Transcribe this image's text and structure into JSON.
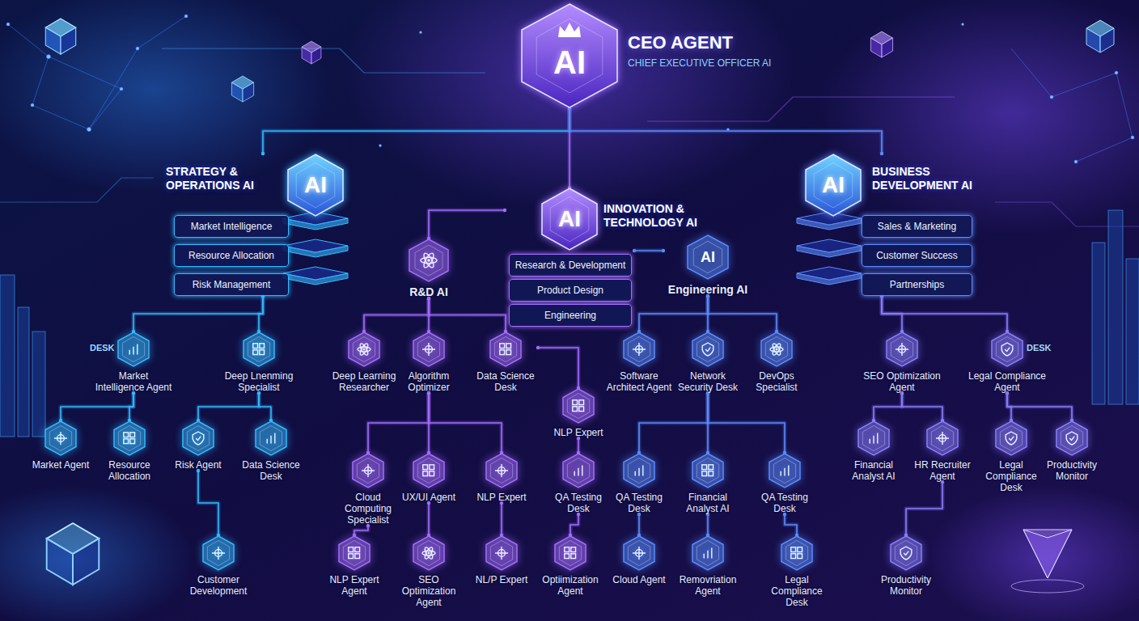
{
  "diagram": {
    "nodes": [
      {
        "text": [
          "AI",
          "CEO AGENT",
          "CHIEF EXECUTIVE OFFICER AI"
        ]
      },
      {
        "text": [
          "AI",
          "STRATEGY & OPERATIONS AI",
          "Market Intelligence",
          "Resource Allocation",
          "Risk Management"
        ]
      },
      {
        "text": [
          "AI",
          "INNOVATION & TECHNOLOGY AI",
          "Research & Development",
          "Product Design",
          "Engineering"
        ]
      },
      {
        "text": [
          "AI",
          "BUSINESS DEVELOPMENT AI",
          "Sales & Marketing",
          "Customer Success",
          "Partnerships"
        ]
      },
      {
        "text": [
          "R&D AI"
        ]
      },
      {
        "text": [
          "AI",
          "Engineering AI"
        ]
      },
      {
        "text": [
          "DESK",
          "Market Intelligence Agent"
        ]
      },
      {
        "text": [
          "Deep Lnenming Specialist"
        ]
      },
      {
        "text": [
          "Deep Learning Researcher"
        ]
      },
      {
        "text": [
          "Algorithm Optimizer"
        ]
      },
      {
        "text": [
          "Data Science Desk"
        ]
      },
      {
        "text": [
          "Software Architect Agent"
        ]
      },
      {
        "text": [
          "Network Security Desk"
        ]
      },
      {
        "text": [
          "DevOps Specialist"
        ]
      },
      {
        "text": [
          "SEO Optimization Agent"
        ]
      },
      {
        "text": [
          "DESK",
          "Legal Compliance Agent"
        ]
      },
      {
        "text": [
          "NLP Expert"
        ]
      },
      {
        "text": [
          "Market Agent"
        ]
      },
      {
        "text": [
          "Resource Allocation"
        ]
      },
      {
        "text": [
          "Risk Agent"
        ]
      },
      {
        "text": [
          "Data Science Desk"
        ]
      },
      {
        "text": [
          "Financial Analyst AI"
        ]
      },
      {
        "text": [
          "HR Recruiter Agent"
        ]
      },
      {
        "text": [
          "Legal Compliance Desk"
        ]
      },
      {
        "text": [
          "Productivity Monitor"
        ]
      },
      {
        "text": [
          "Cloud Computing Specialist"
        ]
      },
      {
        "text": [
          "UX/UI Agent"
        ]
      },
      {
        "text": [
          "NLP Expert"
        ]
      },
      {
        "text": [
          "QA Testing Desk"
        ]
      },
      {
        "text": [
          "QA Testing Desk"
        ]
      },
      {
        "text": [
          "Financial Analyst AI"
        ]
      },
      {
        "text": [
          "QA Testing Desk"
        ]
      },
      {
        "text": [
          "Customer Development"
        ]
      },
      {
        "text": [
          "NLP Expert Agent"
        ]
      },
      {
        "text": [
          "SEO Optimization Agent"
        ]
      },
      {
        "text": [
          "NL/P Expert"
        ]
      },
      {
        "text": [
          "Optiimization Agent"
        ]
      },
      {
        "text": [
          "Cloud Agent"
        ]
      },
      {
        "text": [
          "Removriation Agent"
        ]
      },
      {
        "text": [
          "Legal Compliance Desk"
        ]
      },
      {
        "text": [
          "Productivity Monitor"
        ]
      }
    ],
    "edges": [
      {
        "from": 0,
        "to": 1,
        "arrow": "none"
      },
      {
        "from": 0,
        "to": 2,
        "arrow": "none"
      },
      {
        "from": 0,
        "to": 3,
        "arrow": "none"
      },
      {
        "from": 2,
        "to": 4,
        "arrow": "none"
      },
      {
        "from": 2,
        "to": 5,
        "arrow": "none"
      },
      {
        "from": 1,
        "to": 6,
        "arrow": "none"
      },
      {
        "from": 1,
        "to": 7,
        "arrow": "none"
      },
      {
        "from": 4,
        "to": 8,
        "arrow": "none"
      },
      {
        "from": 4,
        "to": 9,
        "arrow": "none"
      },
      {
        "from": 4,
        "to": 10,
        "arrow": "none"
      },
      {
        "from": 5,
        "to": 11,
        "arrow": "none"
      },
      {
        "from": 5,
        "to": 12,
        "arrow": "none"
      },
      {
        "from": 5,
        "to": 13,
        "arrow": "none"
      },
      {
        "from": 3,
        "to": 14,
        "arrow": "none"
      },
      {
        "from": 3,
        "to": 15,
        "arrow": "none"
      },
      {
        "from": 10,
        "to": 16,
        "arrow": "none"
      },
      {
        "from": 6,
        "to": 17,
        "arrow": "none"
      },
      {
        "from": 6,
        "to": 18,
        "arrow": "none"
      },
      {
        "from": 7,
        "to": 19,
        "arrow": "none"
      },
      {
        "from": 7,
        "to": 20,
        "arrow": "none"
      },
      {
        "from": 19,
        "to": 32,
        "arrow": "none"
      },
      {
        "from": 9,
        "to": 25,
        "arrow": "none"
      },
      {
        "from": 9,
        "to": 26,
        "arrow": "none"
      },
      {
        "from": 9,
        "to": 27,
        "arrow": "none"
      },
      {
        "from": 16,
        "to": 28,
        "arrow": "none"
      },
      {
        "from": 12,
        "to": 29,
        "arrow": "none"
      },
      {
        "from": 12,
        "to": 30,
        "arrow": "none"
      },
      {
        "from": 12,
        "to": 31,
        "arrow": "none"
      },
      {
        "from": 14,
        "to": 21,
        "arrow": "none"
      },
      {
        "from": 14,
        "to": 22,
        "arrow": "none"
      },
      {
        "from": 15,
        "to": 23,
        "arrow": "none"
      },
      {
        "from": 15,
        "to": 24,
        "arrow": "none"
      },
      {
        "from": 25,
        "to": 33,
        "arrow": "none"
      },
      {
        "from": 26,
        "to": 34,
        "arrow": "none"
      },
      {
        "from": 27,
        "to": 35,
        "arrow": "none"
      },
      {
        "from": 28,
        "to": 36,
        "arrow": "none"
      },
      {
        "from": 29,
        "to": 37,
        "arrow": "none"
      },
      {
        "from": 30,
        "to": 38,
        "arrow": "none"
      },
      {
        "from": 31,
        "to": 39,
        "arrow": "none"
      },
      {
        "from": 22,
        "to": 40,
        "arrow": "none"
      }
    ]
  }
}
